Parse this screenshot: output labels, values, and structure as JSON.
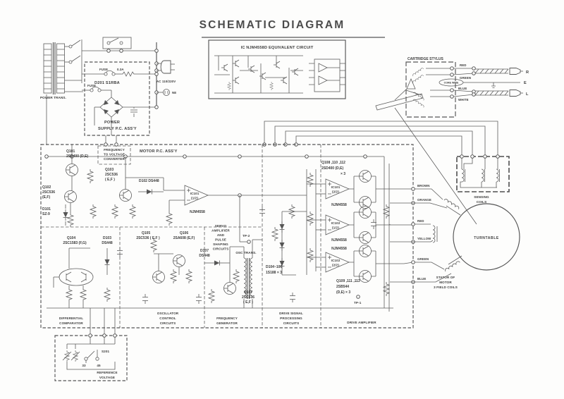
{
  "title": "SCHEMATIC DIAGRAM",
  "ic_equiv": {
    "title": "IC NJM4558D EQUIVALENT CIRCUIT"
  },
  "power": {
    "trans_label": "POWER TRANS.",
    "fuse1_label": "FUSE",
    "fuse1_rating": "0.3A",
    "fuse2_label": "FUSE",
    "rectifier_label": "D201   S1RBA",
    "assy_line1": "POWER",
    "assy_line2": "SUPPLY P.C. ASS'Y",
    "ac_label": "AC 110/220V",
    "neon_label": "NE"
  },
  "cartridge": {
    "title": "CARTRIDGE STYLUS",
    "wire_red": "RED",
    "wire_green": "GREEN",
    "wire_core": "CORE WIRE",
    "wire_blue": "BLUE",
    "wire_white": "WHITE",
    "out_r": "R",
    "out_e": "E",
    "out_l": "L"
  },
  "board": {
    "title": "MOTOR  P.C.  ASS'Y",
    "f2v": [
      "FREQUENCY",
      "TO VOLTAGE",
      "CONVERTER"
    ],
    "servo": [
      "SERVO",
      "AMPLIFIER",
      "AND",
      "PULSE",
      "SHAPING",
      "CIRCUITS"
    ],
    "tp1": "TP-1",
    "tp2": "TP-2",
    "osc_trans": "OSC TRANS.",
    "sections": {
      "diff": [
        "DIFFERENTIAL",
        "COMPARATOR"
      ],
      "osc": [
        "OSCILLATOR",
        "CONTROL",
        "CIRCUITS"
      ],
      "freq": [
        "FREQUENCY",
        "GENERATOR"
      ],
      "drive_sig": [
        "DRIVE SIGNAL",
        "PROCESSING",
        "CIRCUITS"
      ],
      "drive_amp": "DRIVE AMPLIFIER"
    },
    "components": {
      "q101": [
        "Q101",
        "2SD400 (D,E)"
      ],
      "q102": [
        "Q102",
        "2SC536",
        "(E,F)"
      ],
      "d101": [
        "D101",
        "SZ-9"
      ],
      "q103": [
        "Q103",
        "2SC536",
        "( E,F )"
      ],
      "d102": "D102   DS448",
      "ic101a": [
        "IC101",
        "(1/2)"
      ],
      "ic101a_part": "NJM4558",
      "q104": [
        "Q104",
        "2SC1583 (F,G)"
      ],
      "d103": [
        "D103",
        "DS448"
      ],
      "q105": [
        "Q105",
        "2SC536 ( E,F )"
      ],
      "q106": [
        "Q106",
        "2SA608 (E,F)"
      ],
      "d107": [
        "D107",
        "DS448"
      ],
      "q107": [
        "Q107",
        "2SC536",
        "( E,F )"
      ],
      "d104_106": [
        "D104~106",
        "1S188 × 3"
      ],
      "q108": [
        "Q108 ,110 ,112",
        "2SD400 (D,E)",
        "× 3"
      ],
      "ic101b": [
        "IC101",
        "(2/2)"
      ],
      "ic101b_part": "NJM4558",
      "ic102a": [
        "IC102",
        "(1/2)"
      ],
      "ic102a_part": "NJM4558",
      "ic102b": [
        "IC102",
        "(2/2)"
      ],
      "ic102b_part": "NJM4558",
      "q109": [
        "Q109 ,111 ,113",
        "2SB544",
        "(D,E) × 3"
      ]
    },
    "wires": [
      "BROWN",
      "ORANGE",
      "RED",
      "YELLOW",
      "GREEN",
      "BLUE"
    ]
  },
  "turntable": {
    "sensing": [
      "SENSING",
      "COILS"
    ],
    "platter": "TURNTABLE",
    "stator": [
      "STATOR OF",
      "MOTOR",
      "3 FIELD COILS"
    ]
  },
  "reference": {
    "switch": "S201",
    "pos_33": "33",
    "pos_45": "45",
    "label": [
      "REFERENCE",
      "VOLTAGE"
    ]
  }
}
